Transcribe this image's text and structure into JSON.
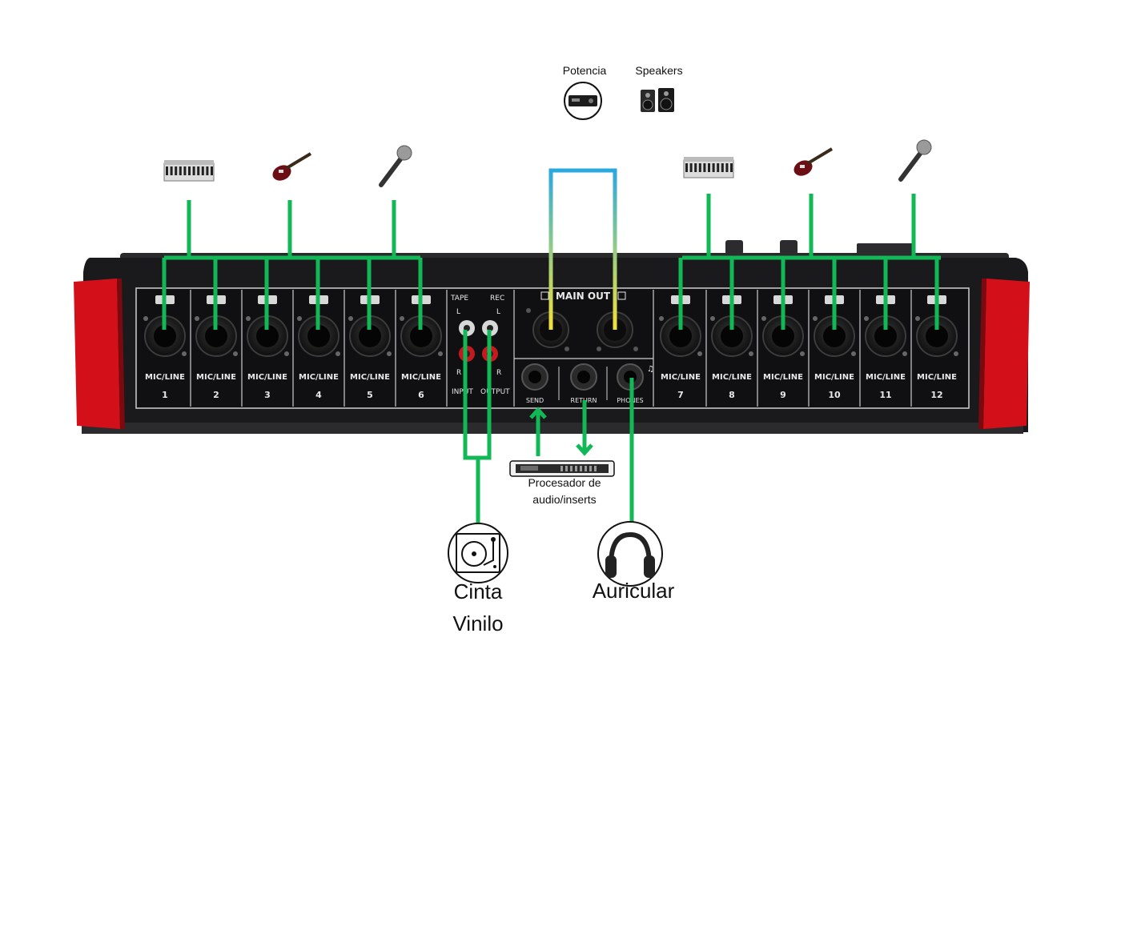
{
  "colors": {
    "cable_green": "#12b856",
    "main_out_gradient_top": "#2aa8e0",
    "main_out_gradient_bottom": "#f2e03a",
    "mixer_body": "#1a1a1c",
    "mixer_panel": "#101012",
    "mixer_side_red": "#d3101a",
    "panel_text": "#e8e8e8"
  },
  "panel": {
    "channels": [
      {
        "type": "MIC/LINE",
        "number": "1"
      },
      {
        "type": "MIC/LINE",
        "number": "2"
      },
      {
        "type": "MIC/LINE",
        "number": "3"
      },
      {
        "type": "MIC/LINE",
        "number": "4"
      },
      {
        "type": "MIC/LINE",
        "number": "5"
      },
      {
        "type": "MIC/LINE",
        "number": "6"
      },
      {
        "type": "MIC/LINE",
        "number": "7"
      },
      {
        "type": "MIC/LINE",
        "number": "8"
      },
      {
        "type": "MIC/LINE",
        "number": "9"
      },
      {
        "type": "MIC/LINE",
        "number": "10"
      },
      {
        "type": "MIC/LINE",
        "number": "11"
      },
      {
        "type": "MIC/LINE",
        "number": "12"
      }
    ],
    "tape_label": "TAPE",
    "rec_label": "REC",
    "left_label": "L",
    "right_label": "R",
    "input_label": "INPUT",
    "output_label": "OUTPUT",
    "main_out_label": "MAIN OUT",
    "send_label": "SEND",
    "return_label": "RETURN",
    "phones_label": "PHONES"
  },
  "sources": [
    {
      "icon": "keyboard-icon"
    },
    {
      "icon": "guitar-icon"
    },
    {
      "icon": "microphone-icon"
    },
    {
      "icon": "keyboard-icon"
    },
    {
      "icon": "guitar-icon"
    },
    {
      "icon": "microphone-icon"
    }
  ],
  "devices": {
    "amplifier": {
      "label": "Potencia",
      "icon": "amplifier-icon"
    },
    "speakers": {
      "label": "Speakers",
      "icon": "speakers-icon"
    },
    "processor": {
      "label_line1": "Procesador de",
      "label_line2": "audio/inserts",
      "icon": "rack-processor-icon"
    },
    "turntable": {
      "label_line1": "Cinta",
      "label_line2": "Vinilo",
      "icon": "turntable-icon"
    },
    "headphones": {
      "label": "Auricular",
      "icon": "headphones-icon"
    }
  }
}
